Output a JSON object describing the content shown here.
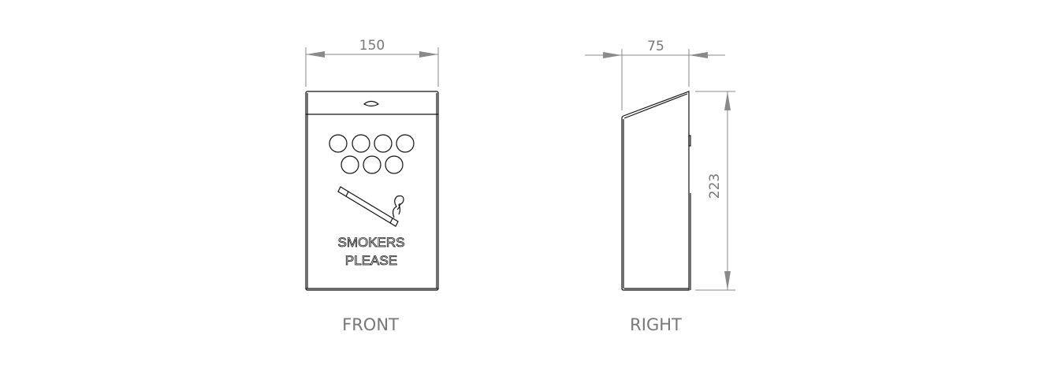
{
  "views": {
    "front": {
      "label": "FRONT",
      "width_dimension": "150",
      "sign_text_line1": "SMOKERS",
      "sign_text_line2": "PLEASE",
      "hole_count": 7
    },
    "right": {
      "label": "RIGHT",
      "depth_dimension": "75",
      "height_dimension": "223"
    }
  }
}
